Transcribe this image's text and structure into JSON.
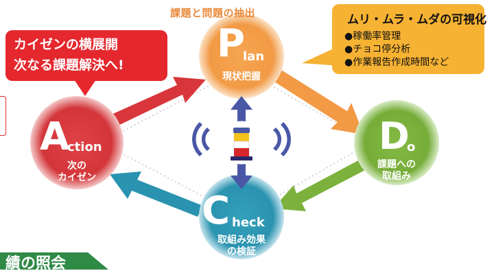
{
  "top_caption": "課題と問題の抽出",
  "muri_box": {
    "title": "ムリ・ムラ・ムダの可視化",
    "items": [
      "●稼働率管理",
      "●チョコ停分析",
      "●作業報告作成時間など"
    ],
    "color": "#f6b233"
  },
  "kaizen_box": {
    "lines": [
      "カイゼンの横展開",
      "次なる課題解決へ!"
    ],
    "color": "#e4282e"
  },
  "plan": {
    "letter": "P",
    "word": "lan",
    "label": "現状把握",
    "color": "#f29a45"
  },
  "do": {
    "letter": "D",
    "word": "o",
    "label_lines": [
      "課題への",
      "取組み"
    ],
    "color": "#7bb13c"
  },
  "check": {
    "letter": "C",
    "word": "heck",
    "label_lines": [
      "取組み効果",
      "の検証"
    ],
    "color": "#2a93b0"
  },
  "action": {
    "letter": "A",
    "word": "ction",
    "label_lines": [
      "次の",
      "カイゼン"
    ],
    "color": "#d8363a"
  },
  "bottom_tab": {
    "text": "績の照会",
    "color": "#2f8a46"
  },
  "icons": [
    "signal-tower-icon",
    "wifi-left-icon",
    "wifi-right-icon",
    "up-arrow-icon",
    "down-arrow-icon"
  ]
}
